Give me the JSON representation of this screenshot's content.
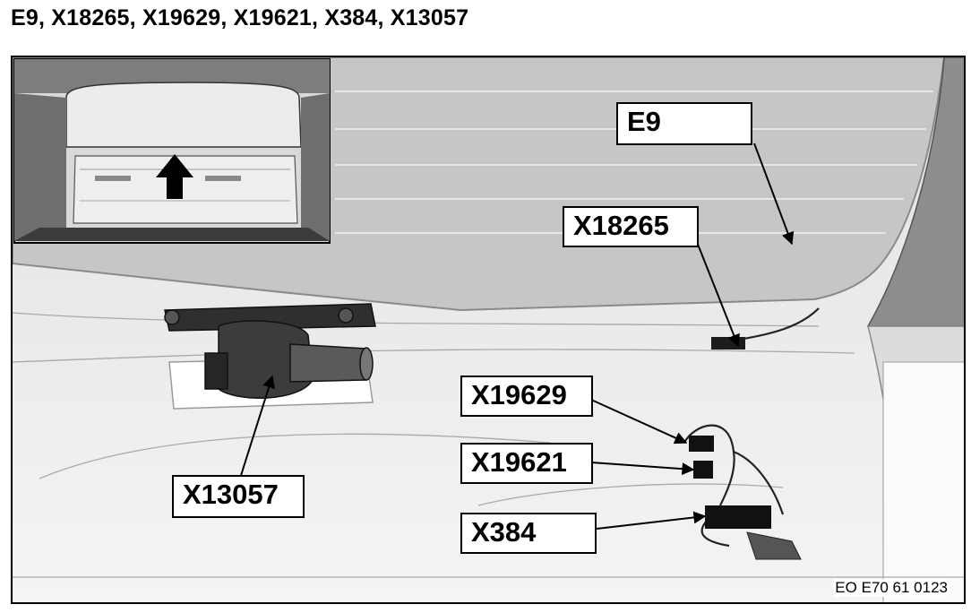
{
  "title": "E9, X18265, X19629, X19621, X384, X13057",
  "labels": {
    "e9": "E9",
    "x18265": "X18265",
    "x19629": "X19629",
    "x19621": "X19621",
    "x384": "X384",
    "x13057": "X13057"
  },
  "document_code": "EO E70 61 0123"
}
